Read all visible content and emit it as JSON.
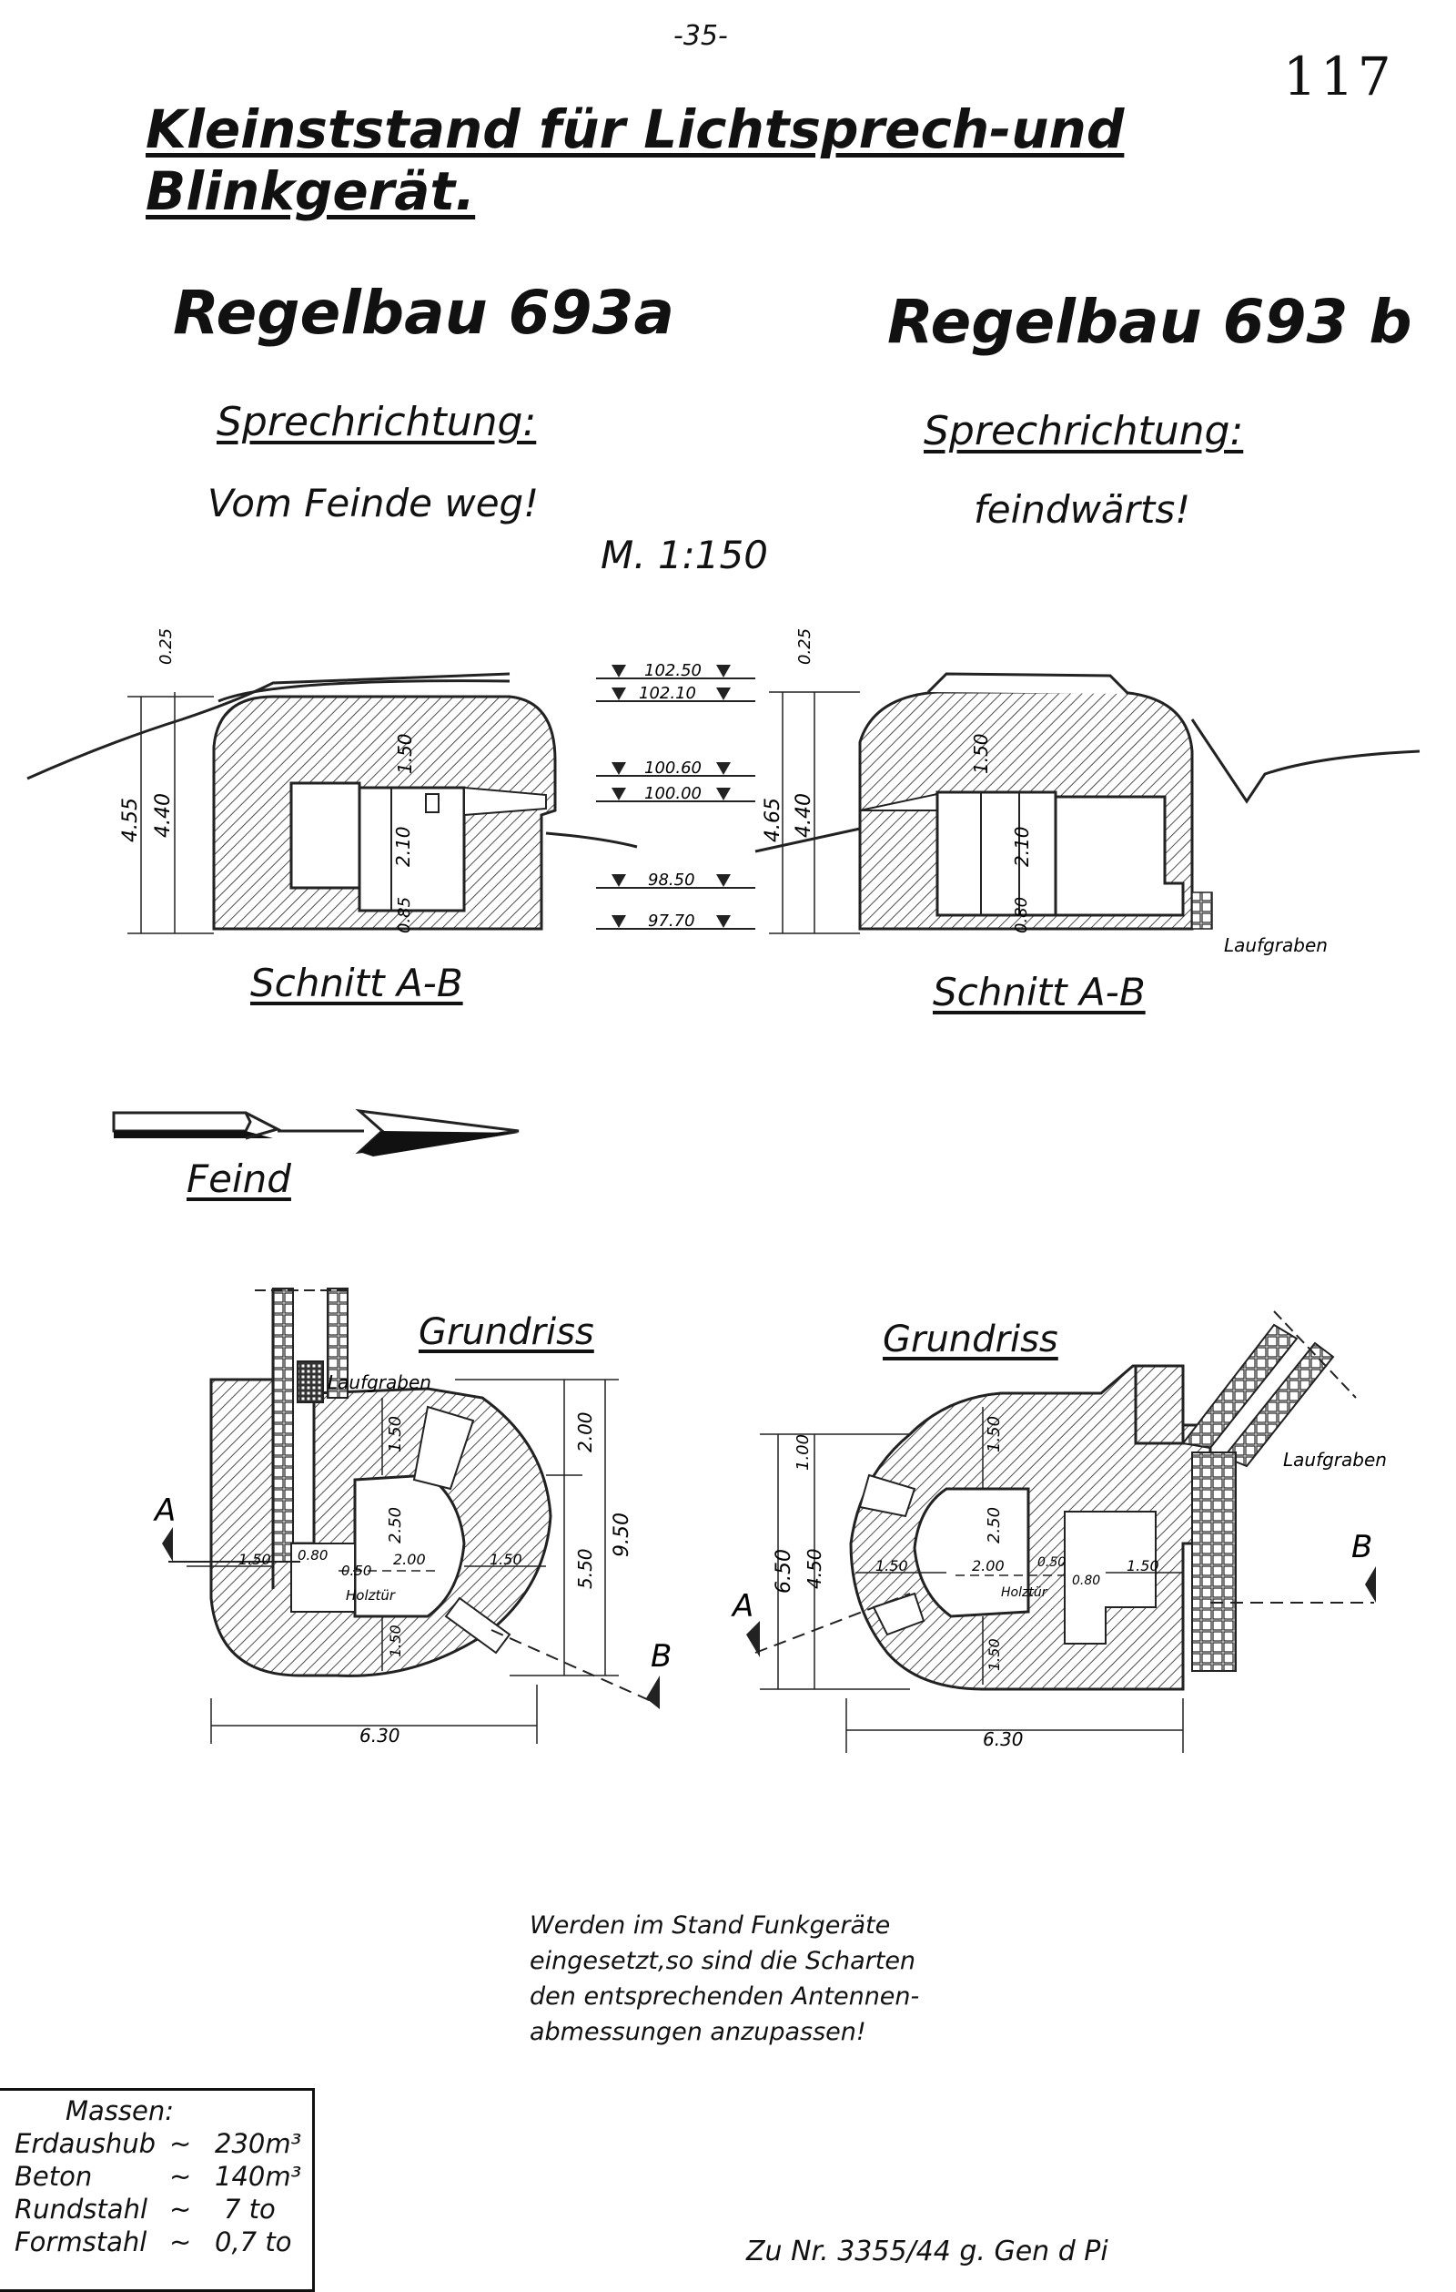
{
  "header": {
    "page_number": "-35-",
    "sheet_number": "117",
    "title": "Kleinststand für Lichtsprech-und Blinkgerät."
  },
  "variant_a": {
    "name": "Regelbau 693a",
    "direction_label": "Sprechrichtung:",
    "direction_value": "Vom Feinde weg!"
  },
  "variant_b": {
    "name": "Regelbau 693 b",
    "direction_label": "Sprechrichtung:",
    "direction_value": "feindwärts!"
  },
  "scale": "M. 1:150",
  "section_a": {
    "label": "Schnitt A-B",
    "dims": {
      "top": "0.25",
      "total": "4.55",
      "inner": "4.40",
      "roof": "1.50",
      "room": "2.10",
      "floor": "0.85"
    }
  },
  "section_b": {
    "label": "Schnitt A-B",
    "dims": {
      "top": "0.25",
      "total": "4.65",
      "inner": "4.40",
      "roof": "1.50",
      "room": "2.10",
      "floor": "0.80"
    },
    "trench": "Laufgraben"
  },
  "levels": [
    "102.50",
    "102.10",
    "100.60",
    "100.00",
    "98.50",
    "97.70"
  ],
  "enemy_label": "Feind",
  "plan_a": {
    "label": "Grundriss",
    "trench": "Laufgraben",
    "door": "Holztür",
    "point_a": "A",
    "point_b": "B",
    "dims": {
      "d200": "2.00",
      "d950": "9.50",
      "d550": "5.50",
      "d150_top": "1.50",
      "d250": "2.50",
      "d150_left": "1.50",
      "d080": "0.80",
      "d050": "0.50",
      "d200_room": "2.00",
      "d150_right": "1.50",
      "d150_bottom": "1.50",
      "d630": "6.30"
    }
  },
  "plan_b": {
    "label": "Grundriss",
    "trench": "Laufgraben",
    "door": "Holztür",
    "point_a": "A",
    "point_b": "B",
    "dims": {
      "d100": "1.00",
      "d650": "6.50",
      "d450": "4.50",
      "d150_top": "1.50",
      "d250": "2.50",
      "d150_left": "1.50",
      "d200_room": "2.00",
      "d050": "0.50",
      "d080": "0.80",
      "d150_right": "1.50",
      "d150_bottom": "1.50",
      "d630": "6.30"
    }
  },
  "note_lines": [
    "Werden im Stand Funkgeräte",
    "eingesetzt,so sind die Scharten",
    "den entsprechenden Antennen-",
    "abmessungen anzupassen!"
  ],
  "massen": {
    "title": "Massen:",
    "rows": [
      {
        "item": "Erdaushub",
        "sep": "~",
        "value": "230m³"
      },
      {
        "item": "Beton",
        "sep": "~",
        "value": "140m³"
      },
      {
        "item": "Rundstahl",
        "sep": "~",
        "value": "7 to"
      },
      {
        "item": "Formstahl",
        "sep": "~",
        "value": "0,7 to"
      }
    ]
  },
  "footer_ref": "Zu Nr. 3355/44 g. Gen d Pi"
}
